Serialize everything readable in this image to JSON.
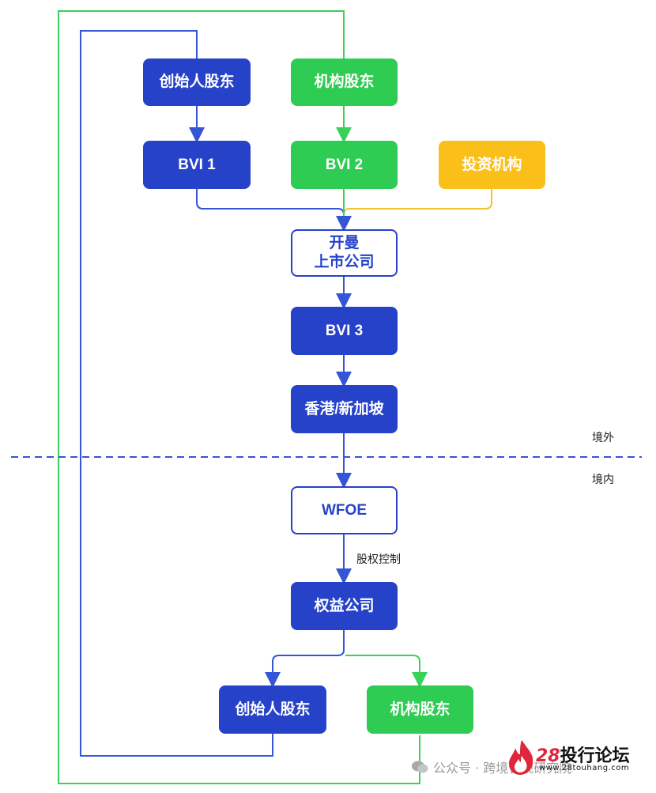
{
  "nodes": {
    "founder_top": "创始人股东",
    "institution_top": "机构股东",
    "bvi1": "BVI 1",
    "bvi2": "BVI 2",
    "investor": "投资机构",
    "listed_line1": "开曼",
    "listed_line2": "上市公司",
    "bvi3": "BVI 3",
    "hk_sg": "香港/新加坡",
    "wfoe": "WFOE",
    "equity_company": "权益公司",
    "founder_bottom": "创始人股东",
    "institution_bottom": "机构股东"
  },
  "labels": {
    "offshore": "境外",
    "onshore": "境内",
    "equity_control": "股权控制"
  },
  "watermark": {
    "text": "公众号 · 跨境合规研究院"
  },
  "logo": {
    "number": "28",
    "name": "投行论坛",
    "site": "www.28touhang.com"
  },
  "colors": {
    "blue": "#2642c9",
    "green": "#2ecc52",
    "yellow": "#fbbf1a",
    "line_blue": "#3355d6",
    "line_green": "#3ad15b",
    "line_yellow": "#f2c12e",
    "divider": "#3355d6"
  }
}
